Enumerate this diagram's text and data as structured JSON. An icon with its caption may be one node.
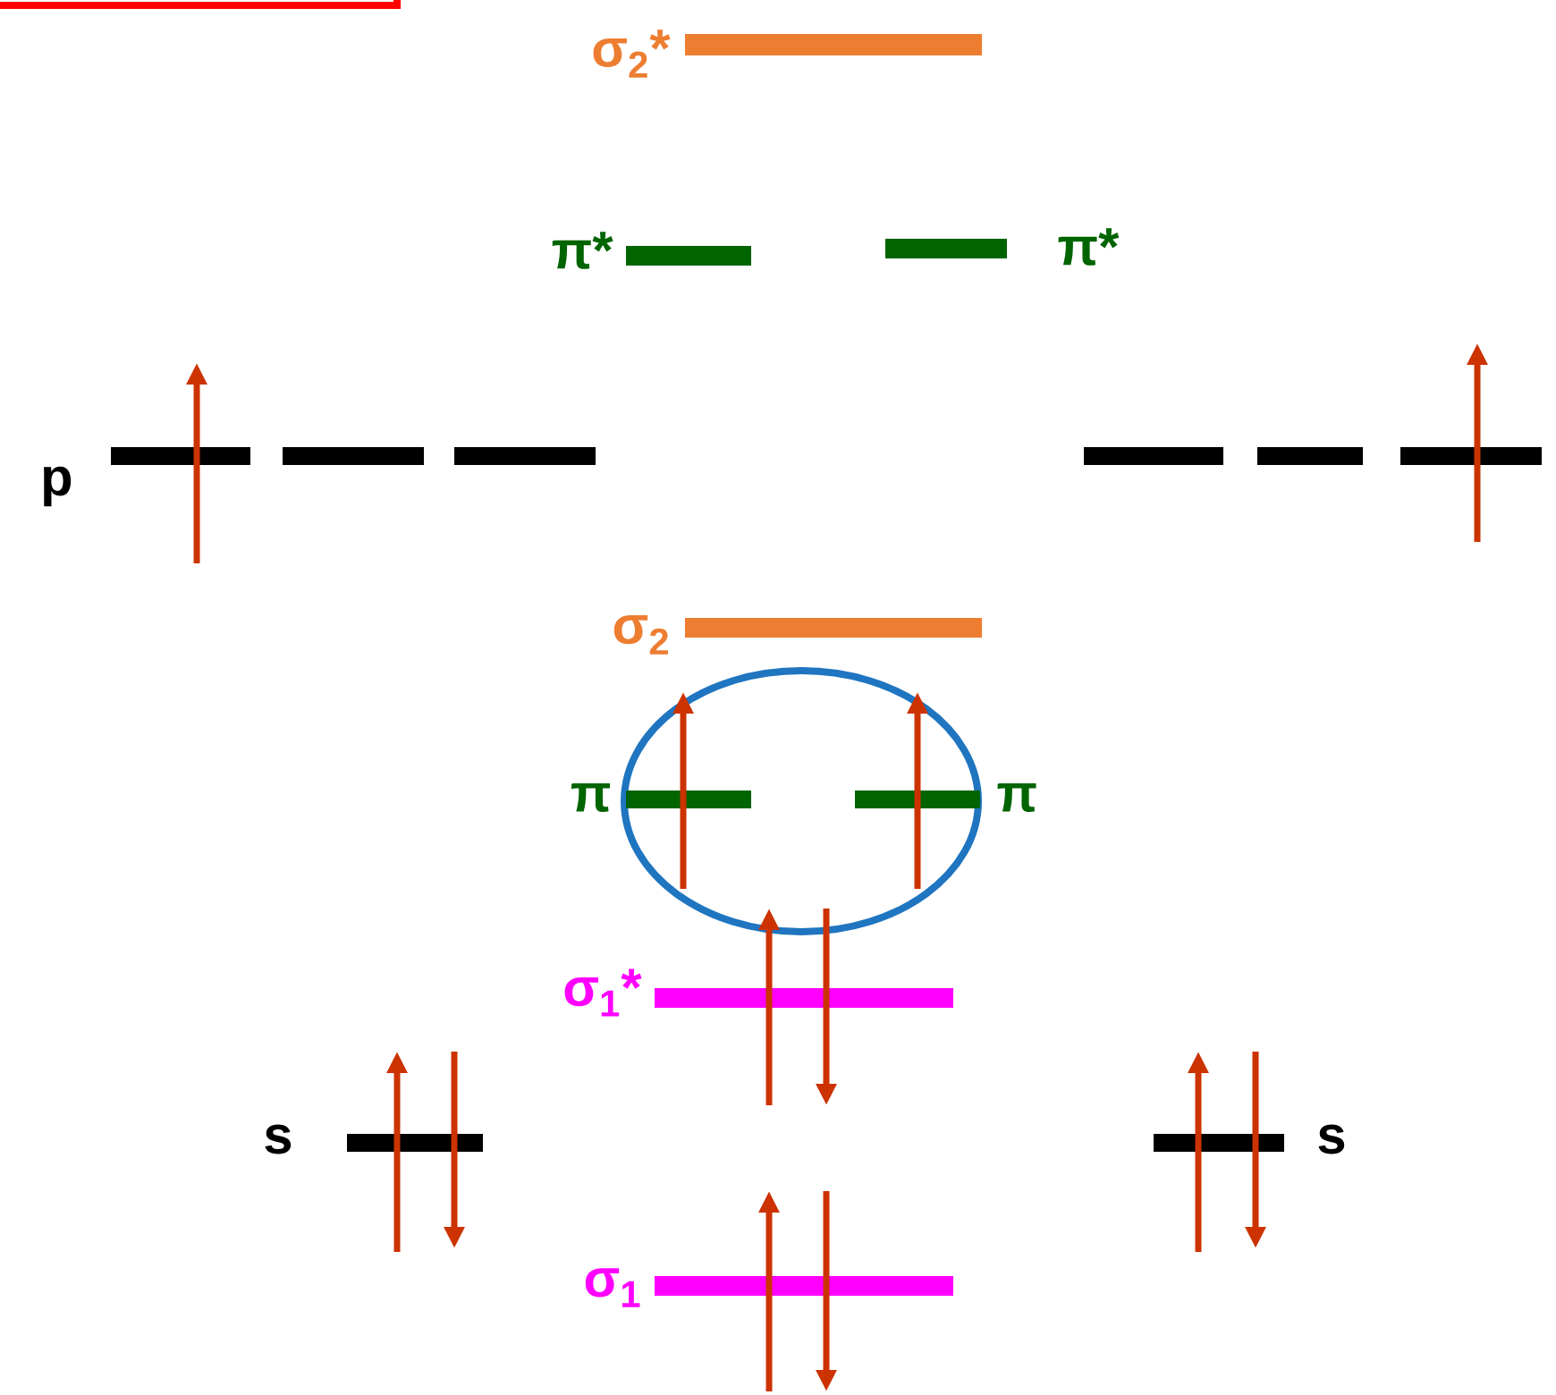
{
  "diagram": {
    "labels": [
      "σ$_{2}$*",
      "π*",
      "π*",
      "p",
      "σ$_{2}$",
      "π",
      "π",
      "σ$_{1}$*",
      "s",
      "s",
      "σ$_{1}$"
    ]
  }
}
